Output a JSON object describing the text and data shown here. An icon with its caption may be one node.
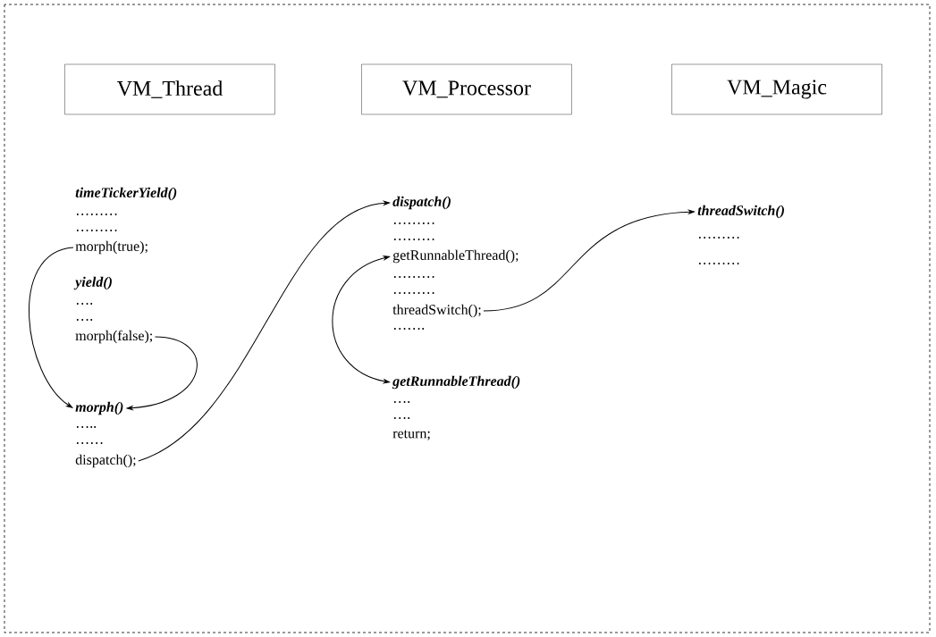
{
  "diagram": {
    "nodes": [
      {
        "text": [
          "VM_Thread"
        ]
      },
      {
        "text": [
          "VM_Processor"
        ]
      },
      {
        "text": [
          "VM_Magic"
        ]
      },
      {
        "text": [
          "morph(true);"
        ]
      },
      {
        "text": [
          "morph(false);"
        ]
      },
      {
        "text": [
          "morph()"
        ]
      },
      {
        "text": [
          "dispatch();"
        ]
      },
      {
        "text": [
          "dispatch()"
        ]
      },
      {
        "text": [
          "getRunnableThread();"
        ]
      },
      {
        "text": [
          "threadSwitch();"
        ]
      },
      {
        "text": [
          "getRunnableThread()"
        ]
      },
      {
        "text": [
          "threadSwitch()"
        ]
      }
    ],
    "edges": [
      {
        "from": 3,
        "to": 5,
        "arrow": "to"
      },
      {
        "from": 4,
        "to": 5,
        "arrow": "to"
      },
      {
        "from": 6,
        "to": 7,
        "arrow": "to"
      },
      {
        "from": 8,
        "to": 10,
        "arrow": "both"
      },
      {
        "from": 9,
        "to": 11,
        "arrow": "to"
      }
    ],
    "labels": [
      "timeTickerYield()",
      "………",
      "………",
      "yield()",
      "….",
      "….",
      "…..",
      "……",
      "………",
      "………",
      "………",
      "………",
      "…….",
      "….",
      "….",
      "return;",
      "………",
      "………"
    ]
  }
}
